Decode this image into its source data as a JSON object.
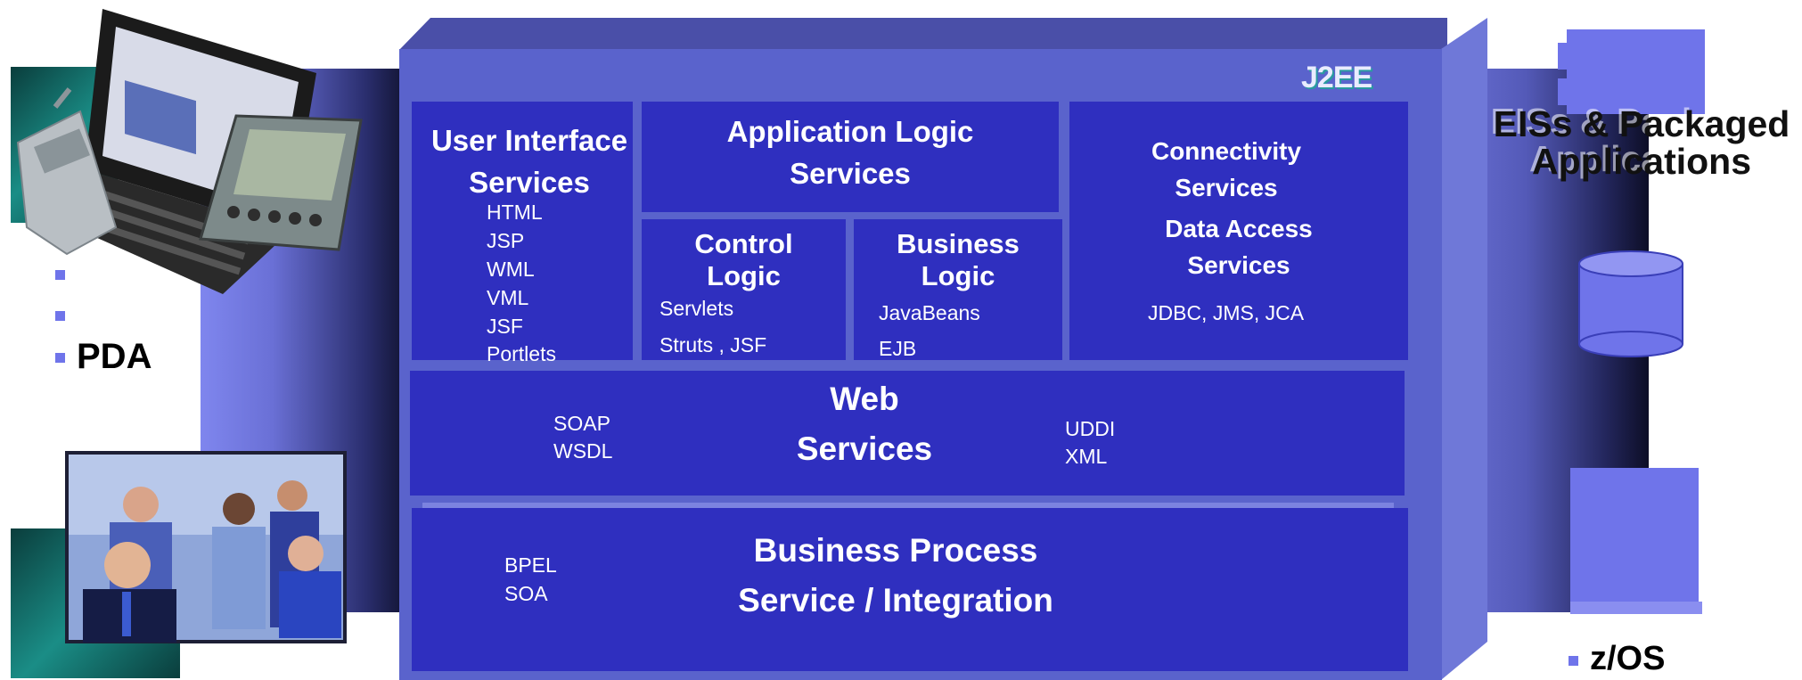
{
  "badge": "J2EE",
  "sections": {
    "ui_services": {
      "title": [
        "User Interface",
        "Services"
      ],
      "items": [
        "HTML",
        "JSP",
        "WML",
        "VML",
        "JSF",
        "Portlets"
      ]
    },
    "app_logic": {
      "title": [
        "Application Logic",
        "Services"
      ]
    },
    "control_logic": {
      "title": [
        "Control",
        "Logic"
      ],
      "items": [
        "Servlets",
        "Struts , JSF"
      ]
    },
    "business_logic": {
      "title": [
        "Business",
        "Logic"
      ],
      "items": [
        "JavaBeans",
        "EJB"
      ]
    },
    "connectivity": {
      "title": [
        "Connectivity",
        "Services"
      ],
      "title2": [
        "Data Access",
        "Services"
      ],
      "items": [
        "JDBC, JMS, JCA"
      ]
    },
    "web_services": {
      "title": [
        "Web",
        "Services"
      ],
      "left_items": [
        "SOAP",
        "WSDL"
      ],
      "right_items": [
        "UDDI",
        "XML"
      ]
    },
    "business_process": {
      "title": [
        "Business Process",
        "Service / Integration"
      ],
      "items": [
        "BPEL",
        "SOA"
      ]
    }
  },
  "left_labels": {
    "pda": "PDA"
  },
  "right_labels": {
    "eis_line1": "EISs & Packaged",
    "eis_line2": "Applications",
    "zos": "z/OS"
  },
  "colors": {
    "panel": "#2f2fbf",
    "box_front": "#5a63cc",
    "box_top": "#4a4fa8",
    "box_side": "#6f78d8",
    "bullet": "#6f74ea",
    "badge_shadow": "#2a9aa0"
  }
}
